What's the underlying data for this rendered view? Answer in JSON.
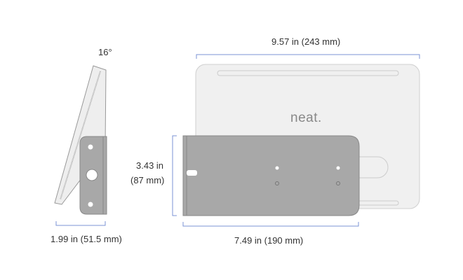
{
  "side_view": {
    "angle_label": "16°",
    "width_label": "1.99 in (51.5 mm)"
  },
  "front_view": {
    "brand_logo": "neat.",
    "width_label": "9.57 in (243 mm)",
    "height_label_in": "3.43 in",
    "height_label_mm": "(87 mm)",
    "bracket_width_label": "7.49 in (190 mm)"
  },
  "colors": {
    "dimension_line": "#7b93d6",
    "bracket": "#a8a8a8",
    "device": "#f0f0f0"
  }
}
